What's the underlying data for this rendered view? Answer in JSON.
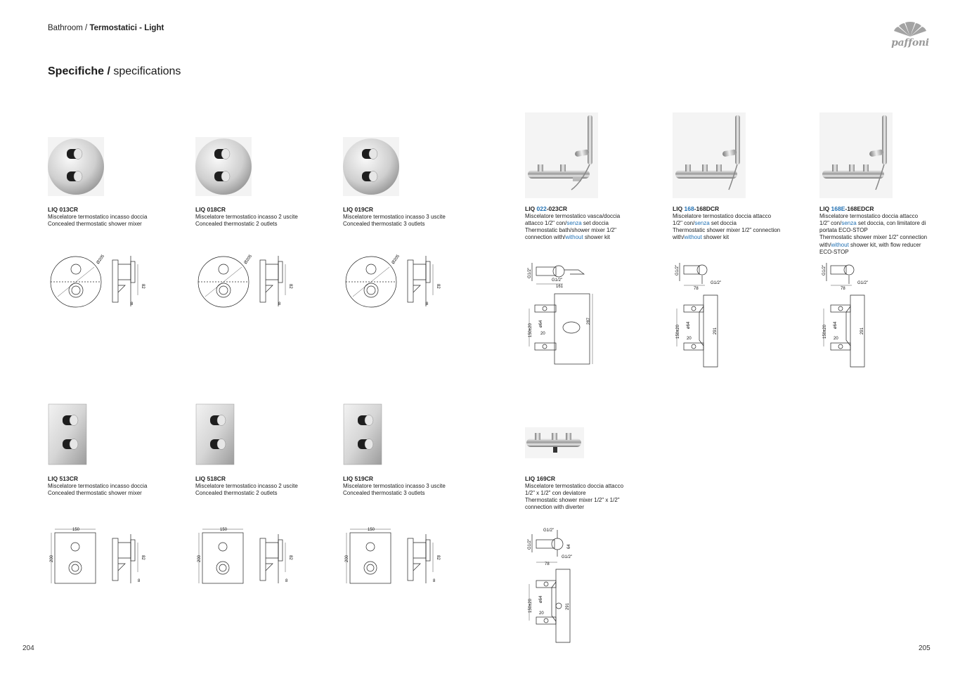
{
  "header": {
    "breadcrumb_section": "Bathroom /",
    "breadcrumb_page": "Termostatici - Light",
    "spec_title_bold": "Specifiche /",
    "spec_title_light": "specifications",
    "brand": "paffoni"
  },
  "page_numbers": {
    "left": "204",
    "right": "205"
  },
  "products": {
    "p013": {
      "code": "LIQ 013CR",
      "it": "Miscelatore termostatico incasso doccia",
      "en": "Concealed thermostatic shower mixer",
      "diameter": "Ø205",
      "depth": "82",
      "plate": "8"
    },
    "p018": {
      "code": "LIQ 018CR",
      "it": "Miscelatore termostatico incasso 2 uscite",
      "en": "Concealed thermostatic 2 outlets",
      "diameter": "Ø205",
      "depth": "82",
      "plate": "8"
    },
    "p019": {
      "code": "LIQ 019CR",
      "it": "Miscelatore termostatico incasso 3 uscite",
      "en": "Concealed thermostatic 3 outlets",
      "diameter": "Ø205",
      "depth": "82",
      "plate": "8"
    },
    "p513": {
      "code": "LIQ 513CR",
      "it": "Miscelatore termostatico incasso doccia",
      "en": "Concealed thermostatic shower mixer",
      "width": "150",
      "height": "200",
      "depth": "82",
      "plate": "8"
    },
    "p518": {
      "code": "LIQ 518CR",
      "it": "Miscelatore termostatico incasso 2 uscite",
      "en": "Concealed thermostatic 2 outlets",
      "width": "150",
      "height": "200",
      "depth": "82",
      "plate": "8"
    },
    "p519": {
      "code": "LIQ 519CR",
      "it": "Miscelatore termostatico incasso 3 uscite",
      "en": "Concealed thermostatic 3 outlets",
      "width": "150",
      "height": "200",
      "depth": "82",
      "plate": "8"
    },
    "p022": {
      "code_a": "LIQ ",
      "code_b": "022",
      "code_c": "-023CR",
      "it1": "Miscelatore termostatico vasca/doccia",
      "it2a": "attacco 1/2\" con/",
      "it2b": "senza",
      "it2c": " set doccia",
      "en1": "Thermostatic bath/shower mixer 1/2\"",
      "en2a": "connection with/",
      "en2b": "without",
      "en2c": " shower kit",
      "d_conn": "G1/2\"",
      "d_conn2": "G1/2\"",
      "d_len": "161",
      "d_range": "150±20",
      "d_dia": "ø64",
      "d_20": "20",
      "d_h": "287"
    },
    "p168": {
      "code_a": "LIQ ",
      "code_b": "168",
      "code_c": "-168DCR",
      "it1": "Miscelatore termostatico doccia attacco",
      "it2a": "1/2\" con/",
      "it2b": "senza",
      "it2c": " set doccia",
      "en1": "Thermostatic shower mixer 1/2\" connection",
      "en2a": "with/",
      "en2b": "without",
      "en2c": " shower kit",
      "d_conn": "G1/2\"",
      "d_conn2": "G1/2\"",
      "d_len": "78",
      "d_range": "150±20",
      "d_dia": "ø64",
      "d_20": "20",
      "d_h": "291"
    },
    "p168e": {
      "code_a": "LIQ ",
      "code_b": "168E",
      "code_c": "-168EDCR",
      "it1": "Miscelatore termostatico doccia attacco",
      "it2a": "1/2\" con/",
      "it2b": "senza",
      "it2c": " set doccia, con limitatore di",
      "it3": "portata ECO-STOP",
      "en1": "Thermostatic shower mixer 1/2\" connection",
      "en2a": "with/",
      "en2b": "without",
      "en2c": " shower kit, with flow reducer",
      "en3": "ECO-STOP",
      "d_conn": "G1/2\"",
      "d_conn2": "G1/2\"",
      "d_len": "78",
      "d_range": "150±20",
      "d_dia": "ø64",
      "d_20": "20",
      "d_h": "291"
    },
    "p169": {
      "code": "LIQ 169CR",
      "it1": "Miscelatore termostatico doccia attacco",
      "it2": "1/2\" x 1/2\" con deviatore",
      "en1": "Thermostatic shower mixer 1/2\" x 1/2\"",
      "en2": "connection with diverter",
      "d_conn_top": "G1/2\"",
      "d_conn": "G1/2\"",
      "d_conn2": "G1/2\"",
      "d_64": "64",
      "d_len": "78",
      "d_range": "150±20",
      "d_dia": "ø64",
      "d_20": "20",
      "d_h": "291"
    }
  }
}
